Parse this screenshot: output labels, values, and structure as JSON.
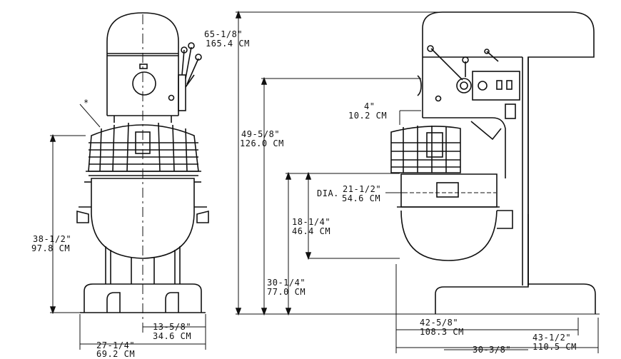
{
  "drawing": {
    "stroke_color": "#111111",
    "background": "#ffffff",
    "asterisk": "*",
    "dims": {
      "height_total_in": "65-1/8\"",
      "height_total_cm": "165.4 CM",
      "height_bowl_in": "49-5/8\"",
      "height_bowl_cm": "126.0 CM",
      "guard_offset_in": "4\"",
      "guard_offset_cm": "10.2 CM",
      "bowl_dia_prefix": "DIA.",
      "bowl_dia_in": "21-1/2\"",
      "bowl_dia_cm": "54.6 CM",
      "bowl_depth_in": "18-1/4\"",
      "bowl_depth_cm": "46.4 CM",
      "base_height_in": "30-1/4\"",
      "base_height_cm": "77.0 CM",
      "front_height_in": "38-1/2\"",
      "front_height_cm": "97.8 CM",
      "half_width_in": "13-5/8\"",
      "half_width_cm": "34.6 CM",
      "front_width_in": "27-1/4\"",
      "front_width_cm": "69.2 CM",
      "depth_mid_in": "42-5/8\"",
      "depth_mid_cm": "108.3 CM",
      "depth_total_in": "43-1/2\"",
      "depth_total_cm": "110.5 CM",
      "base_depth_in": "30-3/8\""
    }
  }
}
